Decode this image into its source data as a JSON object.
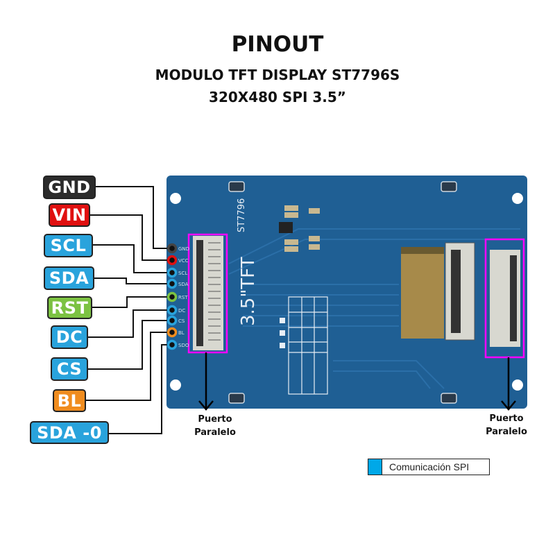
{
  "title": "PINOUT",
  "subtitle_line1": "MODULO TFT DISPLAY ST7796S",
  "subtitle_line2": "320X480 SPI  3.5”",
  "pins": [
    {
      "label": "GND",
      "color": "#2b2b2b",
      "board": "GND"
    },
    {
      "label": "VIN",
      "color": "#e01010",
      "board": "VCC"
    },
    {
      "label": "SCL",
      "color": "#29a3dc",
      "board": "SCL"
    },
    {
      "label": "SDA",
      "color": "#29a3dc",
      "board": "SDA"
    },
    {
      "label": "RST",
      "color": "#7cc242",
      "board": "RST"
    },
    {
      "label": "DC",
      "color": "#29a3dc",
      "board": "DC"
    },
    {
      "label": "CS",
      "color": "#29a3dc",
      "board": "CS"
    },
    {
      "label": "BL",
      "color": "#f08c1e",
      "board": "BL"
    },
    {
      "label": "SDA -0",
      "color": "#29a3dc",
      "board": "SDO"
    }
  ],
  "board": {
    "chip_label": "ST7796",
    "size_label": "3.5\"TFT",
    "color": "#1f5f94"
  },
  "ports": {
    "left": [
      "Puerto",
      "Paralelo"
    ],
    "right": [
      "Puerto",
      "Paralelo"
    ]
  },
  "legend": {
    "label": "Comunicación SPI",
    "color": "#00a8e8"
  },
  "highlight_color": "#ff00ff"
}
